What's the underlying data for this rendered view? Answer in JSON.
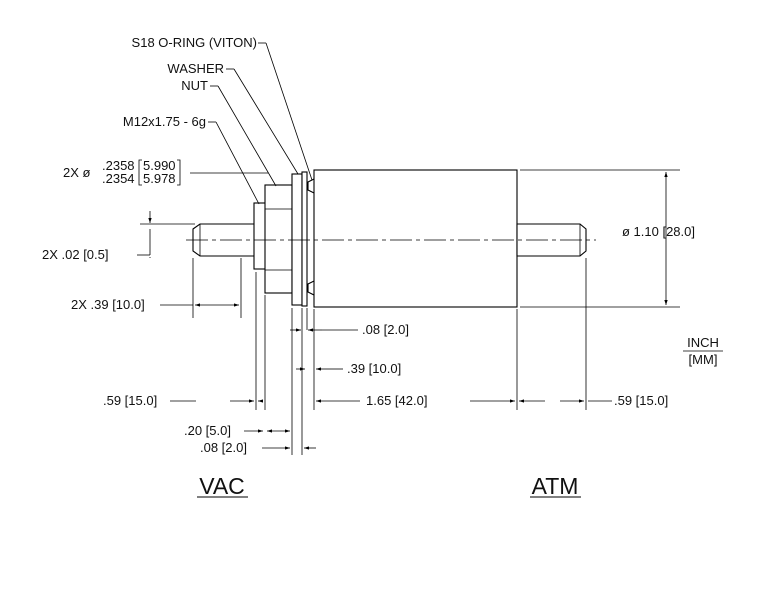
{
  "labels": {
    "oring": "S18 O-RING (VITON)",
    "washer": "WASHER",
    "nut": "NUT",
    "thread": "M12x1.75 - 6g",
    "shaft_dia_prefix": "2X ø",
    "shaft_dia_max": ".2358",
    "shaft_dia_min": ".2354",
    "shaft_dia_mm_max": "5.990",
    "shaft_dia_mm_min": "5.978",
    "flat": "2X .02 [0.5]",
    "shaft_len": "2X .39 [10.0]",
    "body_dia": "ø 1.10 [28.0]",
    "flange_thk": ".08 [2.0]",
    "face_len": ".39 [10.0]",
    "vac_ext": ".59 [15.0]",
    "body_len": "1.65 [42.0]",
    "atm_ext": ".59 [15.0]",
    "nut_thk": ".20 [5.0]",
    "washer_thk": ".08 [2.0]",
    "unit_top": "INCH",
    "unit_bottom": "[MM]",
    "vac": "VAC",
    "atm": "ATM"
  }
}
